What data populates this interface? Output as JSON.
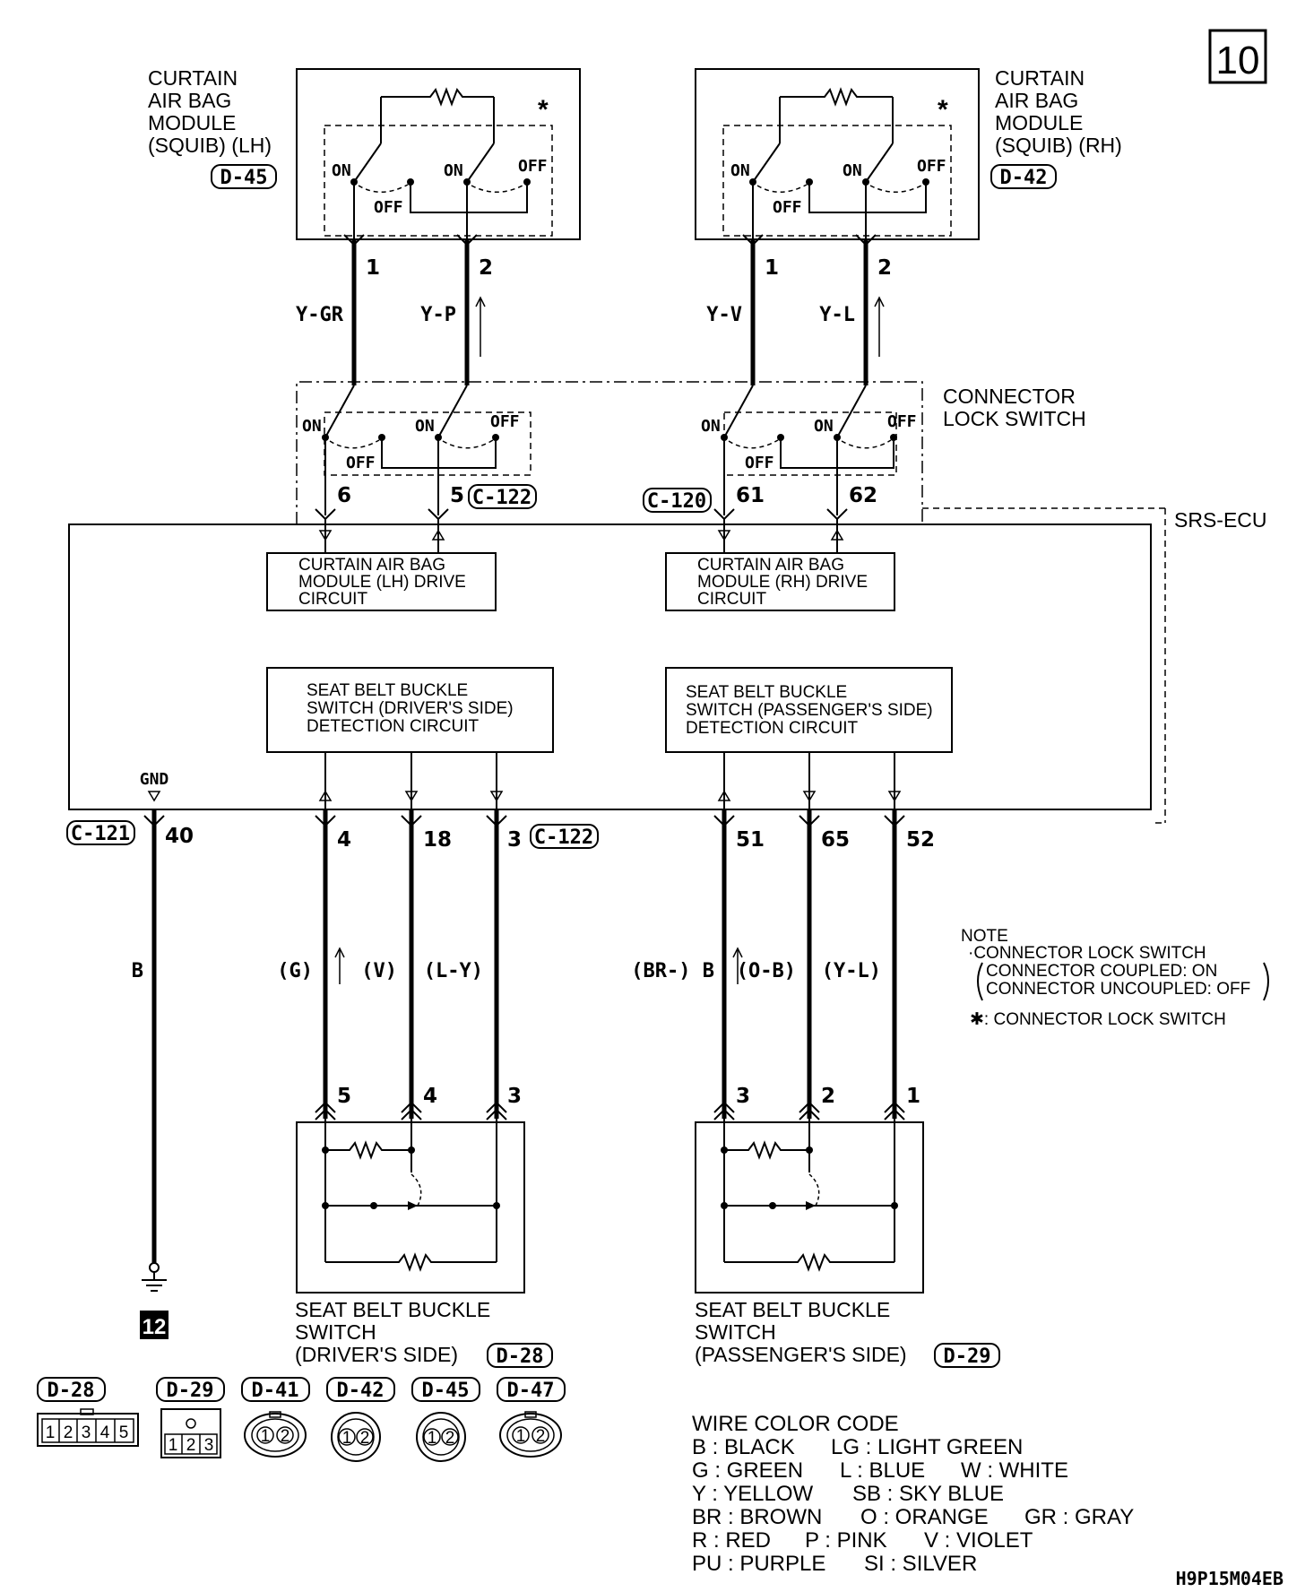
{
  "page_number": "10",
  "modules": {
    "lh": {
      "line1": "CURTAIN",
      "line2": "AIR BAG",
      "line3": "MODULE",
      "line4": "(SQUIB) (LH)",
      "connector": "D-45"
    },
    "rh": {
      "line1": "CURTAIN",
      "line2": "AIR BAG",
      "line3": "MODULE",
      "line4": "(SQUIB) (RH)",
      "connector": "D-42"
    }
  },
  "switch_labels": {
    "on": "ON",
    "off": "OFF",
    "asterisk": "*"
  },
  "upper_wires": [
    {
      "pin": "1",
      "color": "Y-GR"
    },
    {
      "pin": "2",
      "color": "Y-P"
    },
    {
      "pin": "1",
      "color": "Y-V"
    },
    {
      "pin": "2",
      "color": "Y-L"
    }
  ],
  "connector_lock_switch": {
    "line1": "CONNECTOR",
    "line2": "LOCK SWITCH"
  },
  "ecu_pins_top": [
    "6",
    "5",
    "61",
    "62"
  ],
  "ecu_connectors": {
    "c122": "C-122",
    "c120": "C-120",
    "c121": "C-121"
  },
  "srs_ecu": "SRS-ECU",
  "circuits": {
    "lh_drive": [
      "CURTAIN AIR BAG",
      "MODULE (LH) DRIVE",
      "CIRCUIT"
    ],
    "rh_drive": [
      "CURTAIN AIR BAG",
      "MODULE (RH) DRIVE",
      "CIRCUIT"
    ],
    "driver_det": [
      "SEAT BELT BUCKLE",
      "SWITCH (DRIVER'S SIDE)",
      "DETECTION CIRCUIT"
    ],
    "pass_det": [
      "SEAT BELT BUCKLE",
      "SWITCH (PASSENGER'S SIDE)",
      "DETECTION CIRCUIT"
    ]
  },
  "gnd": {
    "label": "GND",
    "pin": "40",
    "wire": "B",
    "ground_ref": "12"
  },
  "lower_left": {
    "pins": [
      "4",
      "18",
      "3"
    ],
    "colors": [
      "(G)",
      "(V)",
      "(L-Y)"
    ],
    "switch_pins": [
      "5",
      "4",
      "3"
    ]
  },
  "lower_right": {
    "pins": [
      "51",
      "65",
      "52"
    ],
    "colors": [
      "(BR-) B",
      "(O-B)",
      "(Y-L)"
    ],
    "switch_pins": [
      "3",
      "2",
      "1"
    ]
  },
  "seat_belt_switches": {
    "driver": {
      "line1": "SEAT BELT BUCKLE",
      "line2": "SWITCH",
      "line3": "(DRIVER'S SIDE)",
      "connector": "D-28"
    },
    "passenger": {
      "line1": "SEAT BELT BUCKLE",
      "line2": "SWITCH",
      "line3": "(PASSENGER'S SIDE)",
      "connector": "D-29"
    }
  },
  "note": {
    "title": "NOTE",
    "line1": "·CONNECTOR LOCK SWITCH",
    "line2": "CONNECTOR COUPLED: ON",
    "line3": "CONNECTOR UNCOUPLED: OFF",
    "line4": "✱: CONNECTOR LOCK SWITCH"
  },
  "connector_views": [
    {
      "name": "D-28",
      "pins": [
        "1",
        "2",
        "3",
        "4",
        "5"
      ]
    },
    {
      "name": "D-29",
      "pins": [
        "1",
        "2",
        "3"
      ]
    },
    {
      "name": "D-41",
      "pins": [
        "1",
        "2"
      ]
    },
    {
      "name": "D-42",
      "pins": [
        "1",
        "2"
      ]
    },
    {
      "name": "D-45",
      "pins": [
        "1",
        "2"
      ]
    },
    {
      "name": "D-47",
      "pins": [
        "1",
        "2"
      ]
    }
  ],
  "wire_color_code": {
    "title": "WIRE COLOR CODE",
    "rows": [
      [
        "B : BLACK",
        "LG : LIGHT GREEN",
        ""
      ],
      [
        "G : GREEN",
        "L : BLUE",
        "W : WHITE"
      ],
      [
        "Y : YELLOW",
        "SB : SKY BLUE",
        ""
      ],
      [
        "BR : BROWN",
        "O : ORANGE",
        "GR : GRAY"
      ],
      [
        "R : RED",
        "P : PINK",
        "V : VIOLET"
      ],
      [
        "PU : PURPLE",
        "SI : SILVER",
        ""
      ]
    ]
  },
  "doc_code": "H9P15M04EB"
}
